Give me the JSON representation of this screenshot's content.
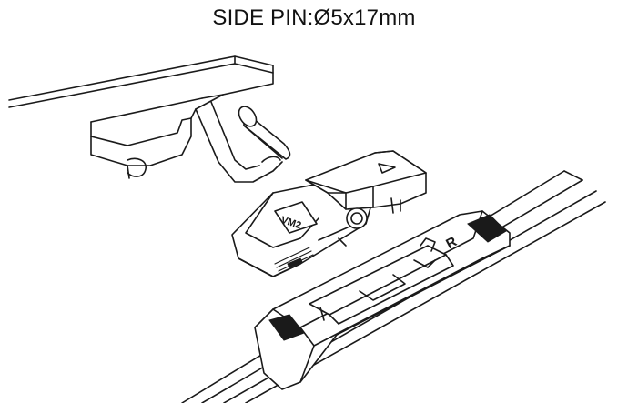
{
  "title": "SIDE PIN:Ø5x17mm",
  "adapter": {
    "label": "VM2",
    "blade_mark": "R"
  }
}
